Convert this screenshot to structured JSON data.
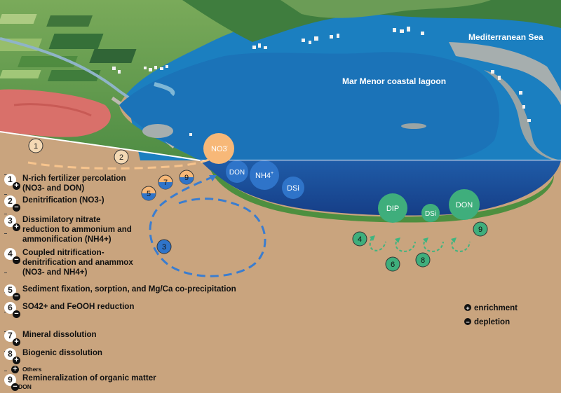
{
  "labels": {
    "sea": "Mediterranean Sea",
    "lagoon": "Mar Menor coastal lagoon"
  },
  "bubbles": {
    "no3": "NO3",
    "no3_sub": "-",
    "don": "DON",
    "nh4": "NH4",
    "nh4_sub": "+",
    "dsi": "DSi",
    "dip": "DIP",
    "dsi_small": "DSi",
    "don_big": "DON"
  },
  "markers": {
    "m1": "1",
    "m2": "2",
    "m3": "3",
    "m4": "4",
    "m5": "5",
    "m6": "6",
    "m7": "7",
    "m8": "8",
    "m9a": "9",
    "m9b": "9"
  },
  "legend": {
    "r1": {
      "num": "1",
      "sign": "+",
      "line1": "N-rich fertilizer percolation",
      "line2": "(NO3- and DON)"
    },
    "r2": {
      "num": "2",
      "sign": "−",
      "line1": "Denitrification (NO3-)"
    },
    "r3": {
      "num": "3",
      "sign": "+",
      "line1": "Dissimilatory nitrate",
      "line2": "reduction to ammonium and",
      "line3": "ammonification (NH4+)"
    },
    "r4": {
      "num": "4",
      "sign": "−",
      "line1": "Coupled nitrification-",
      "line2": "denitrification and anammox",
      "line3": "(NO3- and NH4+)"
    },
    "r5": {
      "num": "5",
      "sign": "−",
      "line1": "Sediment fixation, sorption, and Mg/Ca co-precipitation"
    },
    "r6": {
      "num": "6",
      "sign": "−",
      "line1": "SO42+ and FeOOH reduction"
    },
    "r7": {
      "num": "7",
      "sign": "+",
      "line1": "Mineral dissolution"
    },
    "r8": {
      "num": "8",
      "sign": "+",
      "line1": "Biogenic dissolution"
    },
    "r9": {
      "num": "9",
      "sign_top": "+",
      "others": "Others",
      "line1": "Remineralization of organic matter",
      "sign_bottom": "−",
      "don": "DON"
    }
  },
  "key": {
    "plus": "+",
    "enrichment": "enrichment",
    "minus": "−",
    "depletion": "depletion"
  },
  "colors": {
    "soil": "#c9a47e",
    "sea": "#1b7fc0",
    "lagoon_water": "#1a4f9c",
    "land": "#5e9a4c",
    "orange_bubble": "#f7b878",
    "blue_bubble": "#2f74c9",
    "green_bubble": "#3fae7c"
  }
}
